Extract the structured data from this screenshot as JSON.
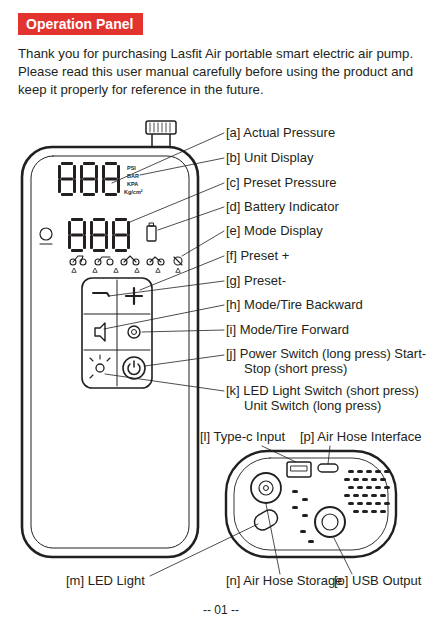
{
  "diagram": {
    "title": "Operation Panel",
    "labels": [
      "Thank you for purchasing Lasfit Air portable smart electric air pump. Please read this user manual carefully before using the product and keep it properly for reference in the future.",
      "[a]  Actual Pressure",
      "[b]  Unit Display",
      "[c]  Preset Pressure",
      "[d]  Battery Indicator",
      "[e]  Mode Display",
      "[f]  Preset +",
      "[g]  Preset-",
      "[h]  Mode/Tire Backward",
      "[i]  Mode/Tire Forward",
      "[j]  Power Switch (long press) Start-Stop (short press)",
      "[k]  LED Light Switch (short press) Unit Switch (long press)",
      "PSI",
      "BAR",
      "KPA",
      "Kg/cm²",
      "[l] Type-c Input",
      "[p] Air Hose Interface",
      "[m]  LED Light",
      "[n]  Air Hose Storage",
      "[o] USB Output",
      "-- 01 --"
    ]
  }
}
